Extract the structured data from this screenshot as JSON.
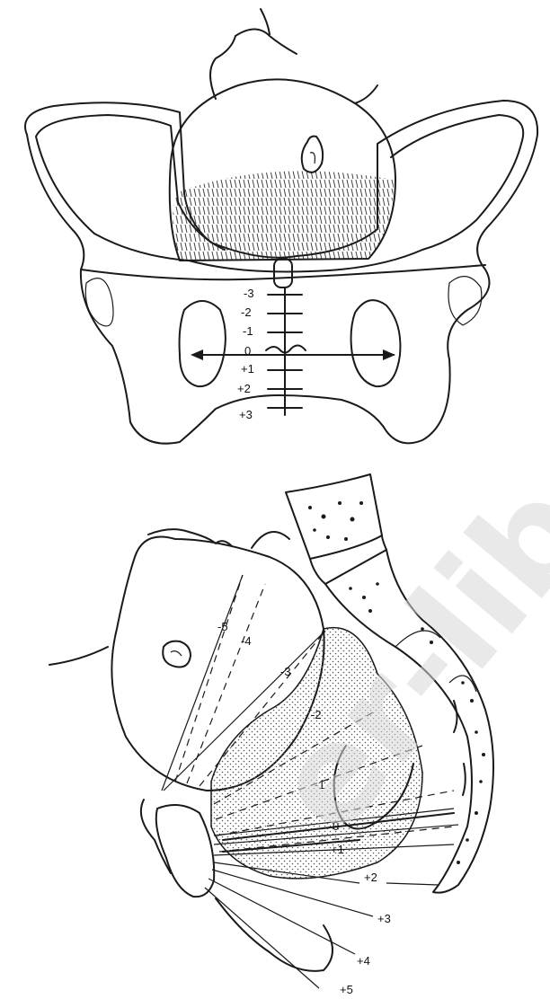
{
  "top_diagram": {
    "station_labels": [
      "-3",
      "-2",
      "-1",
      "0",
      "+1",
      "+2",
      "+3"
    ]
  },
  "bottom_diagram": {
    "dashed_plane_labels": [
      "-5",
      "-4",
      "-3",
      "-2",
      "-1",
      "0",
      "+1"
    ],
    "outer_plane_labels": [
      "+2",
      "+3",
      "+4",
      "+5"
    ]
  },
  "watermark": {
    "text": "er-lib.ru"
  }
}
